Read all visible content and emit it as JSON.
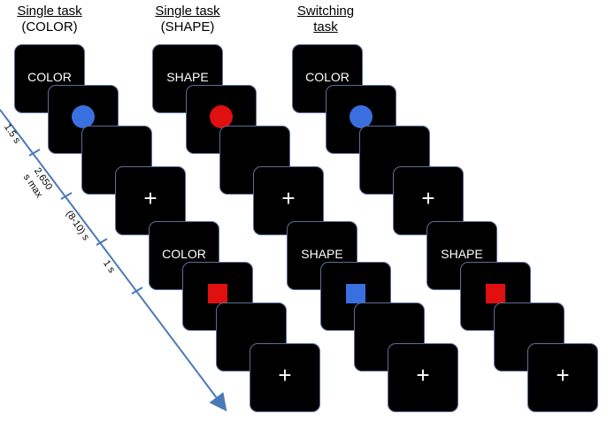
{
  "columns": [
    {
      "title_line1": "Single task",
      "title_line2": "(COLOR)"
    },
    {
      "title_line1": "Single task",
      "title_line2": "(SHAPE)"
    },
    {
      "title_line1": "Switching",
      "title_line2": "task"
    }
  ],
  "trials": [
    [
      {
        "cue": "COLOR",
        "stimulus": "circle",
        "stimulus_color": "#3a6fe0",
        "fixation": "+"
      },
      {
        "cue": "COLOR",
        "stimulus": "square",
        "stimulus_color": "#e01010",
        "fixation": "+"
      }
    ],
    [
      {
        "cue": "SHAPE",
        "stimulus": "circle",
        "stimulus_color": "#e01010",
        "fixation": "+"
      },
      {
        "cue": "SHAPE",
        "stimulus": "square",
        "stimulus_color": "#3a6fe0",
        "fixation": "+"
      }
    ],
    [
      {
        "cue": "COLOR",
        "stimulus": "circle",
        "stimulus_color": "#3a6fe0",
        "fixation": "+"
      },
      {
        "cue": "SHAPE",
        "stimulus": "square",
        "stimulus_color": "#e01010",
        "fixation": "+"
      }
    ]
  ],
  "timeline": {
    "labels": [
      "1.5 s",
      "2,650 s max",
      "(8-10) s",
      "1 s"
    ],
    "color": "#4a7ab8"
  }
}
